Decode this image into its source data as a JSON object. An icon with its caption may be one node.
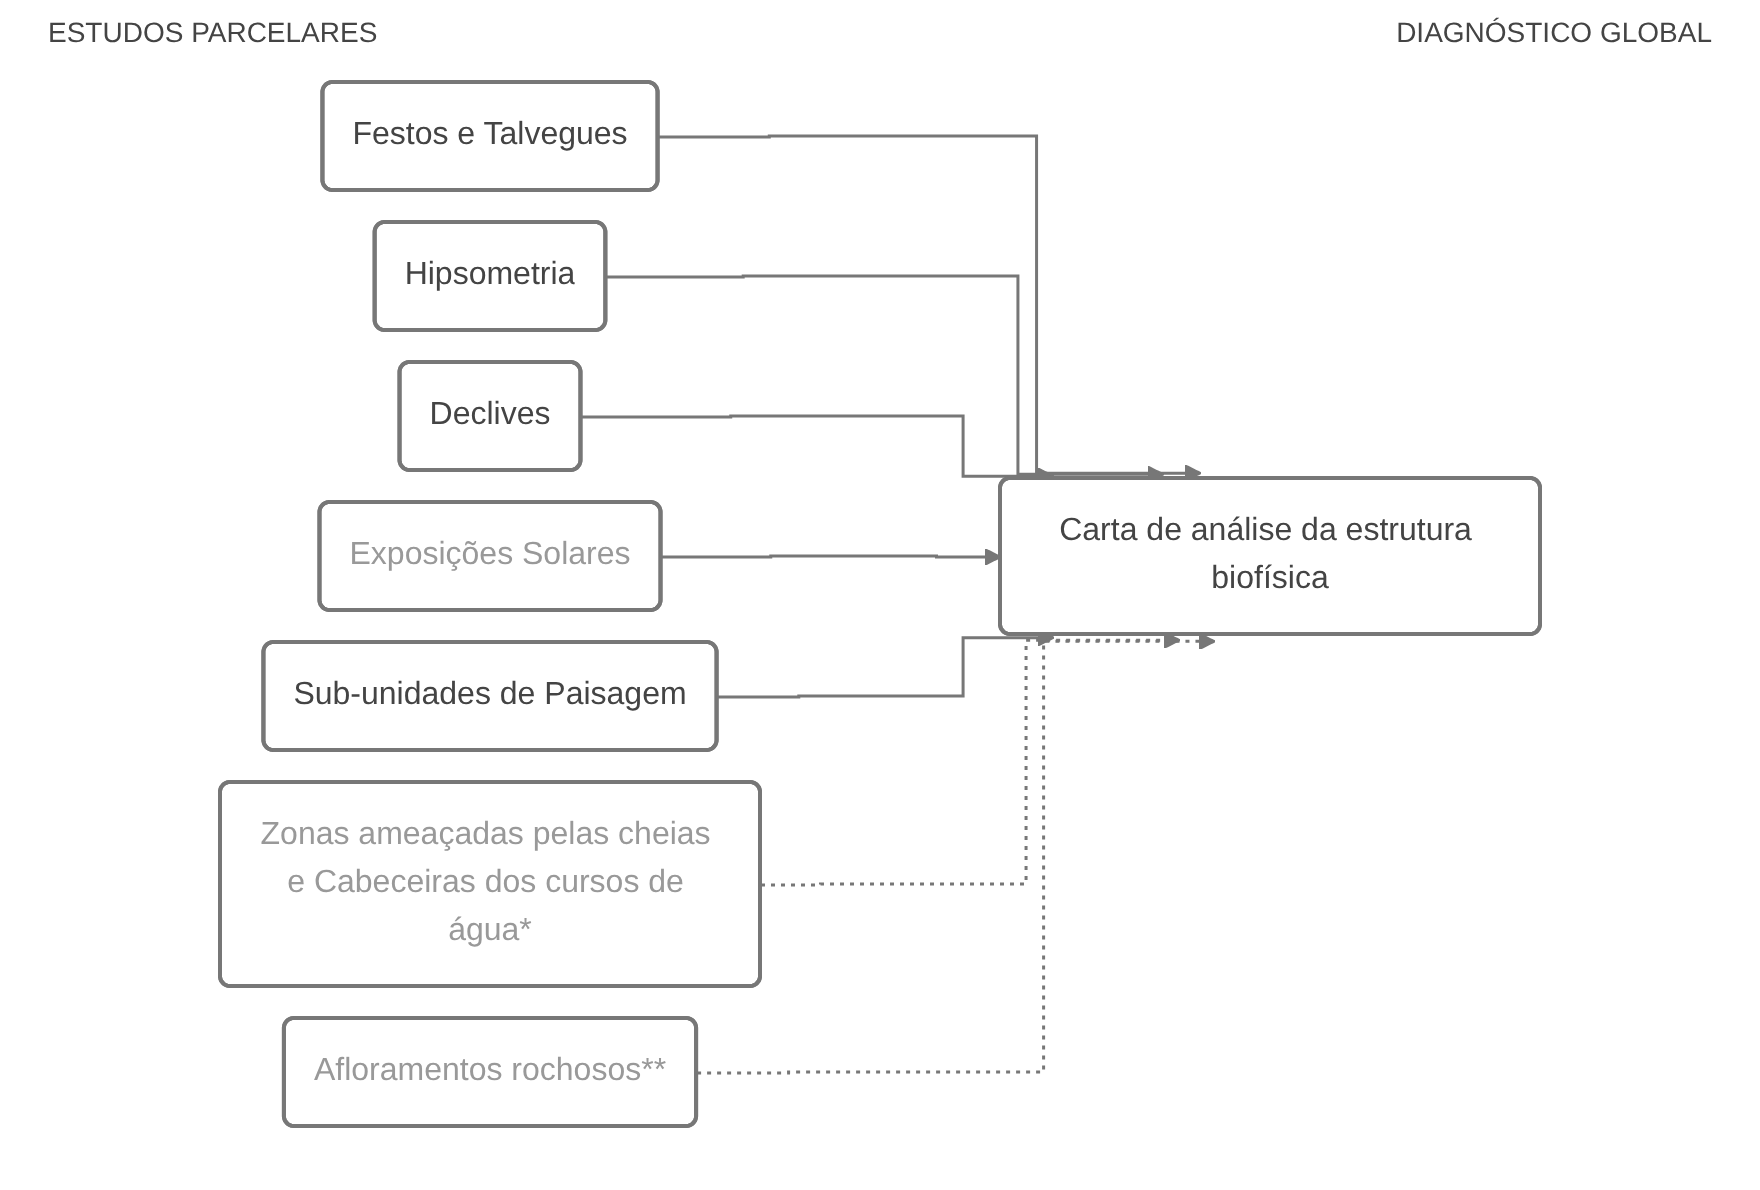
{
  "diagram": {
    "nodes": [
      {
        "text": [
          "Festos e Talvegues"
        ]
      },
      {
        "text": [
          "Hipsometria"
        ]
      },
      {
        "text": [
          "Declives"
        ]
      },
      {
        "text": [
          "Exposições Solares"
        ]
      },
      {
        "text": [
          "Sub-unidades de Paisagem"
        ]
      },
      {
        "text": [
          "Zonas ameaçadas pelas cheias e Cabeceiras dos cursos de água*"
        ]
      },
      {
        "text": [
          "Afloramentos rochosos**"
        ]
      },
      {
        "text": [
          "Carta de análise da estrutura biofísica"
        ]
      }
    ],
    "edges": [
      {
        "from": 0,
        "to": 7,
        "arrow": "to"
      },
      {
        "from": 1,
        "to": 7,
        "arrow": "to"
      },
      {
        "from": 2,
        "to": 7,
        "arrow": "to"
      },
      {
        "from": 3,
        "to": 7,
        "arrow": "to"
      },
      {
        "from": 4,
        "to": 7,
        "arrow": "to"
      },
      {
        "from": 5,
        "to": 7,
        "arrow": "to",
        "style": "dashed"
      },
      {
        "from": 6,
        "to": 7,
        "arrow": "to",
        "style": "dashed"
      }
    ],
    "labels": [
      "ESTUDOS PARCELARES",
      "DIAGNÓSTICO GLOBAL"
    ]
  }
}
